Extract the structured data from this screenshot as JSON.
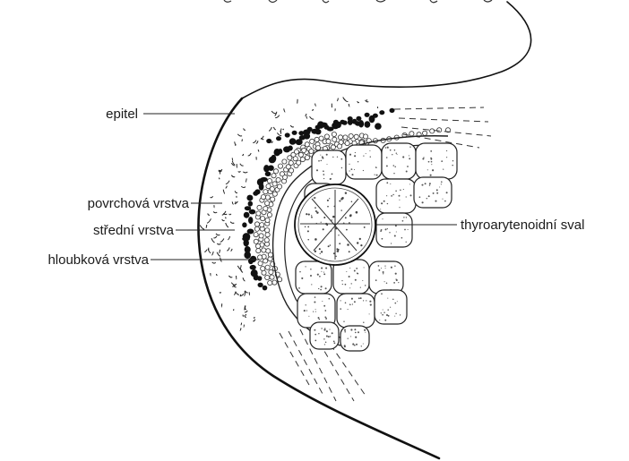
{
  "figure": {
    "top_caption_fragment": "…",
    "labels": {
      "epitel": "epitel",
      "povrchova_vrstva": "povrchová vrstva",
      "stredni_vrstva": "střední vrstva",
      "hloubkova_vrstva": "hloubková vrstva",
      "thyroarytenoidni_sval": "thyroarytenoidní sval"
    }
  }
}
